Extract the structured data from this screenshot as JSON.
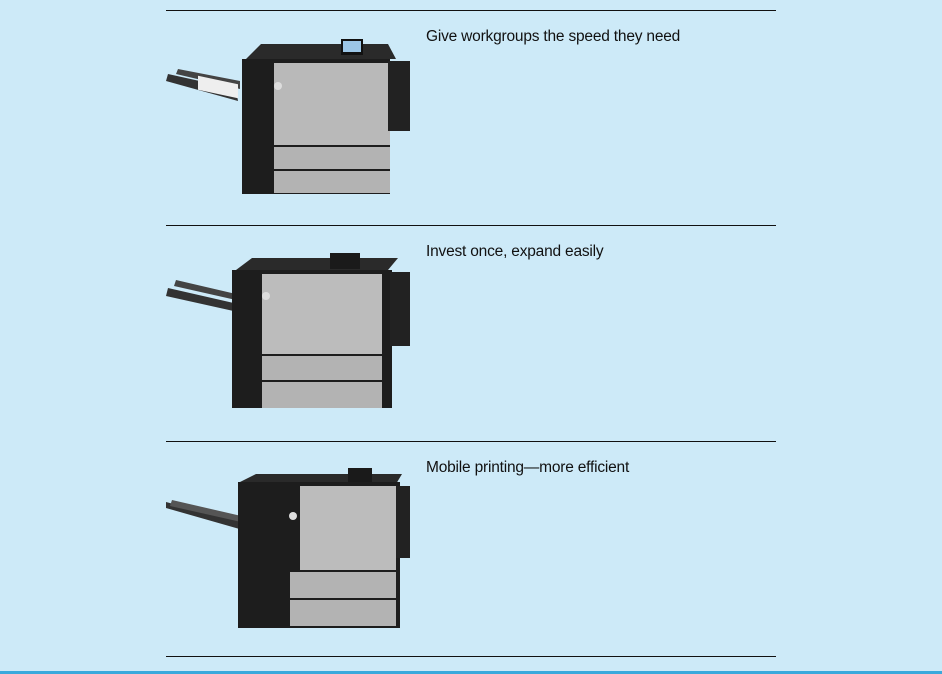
{
  "features": [
    {
      "caption": "Give workgroups the speed they need",
      "image": "printer-front-view"
    },
    {
      "caption": "Invest once, expand easily",
      "image": "printer-angled-view"
    },
    {
      "caption": "Mobile printing—more efficient",
      "image": "printer-side-view"
    }
  ]
}
